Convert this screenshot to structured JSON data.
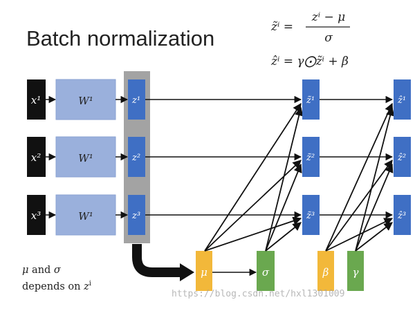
{
  "title": "Batch normalization",
  "equations": {
    "eq1_lhs": "z̃ⁱ =",
    "eq1_num": "zⁱ − μ",
    "eq1_den": "σ",
    "eq2": "ẑⁱ = γ⨀z̃ⁱ + β"
  },
  "inputs": [
    "x¹",
    "x²",
    "x³"
  ],
  "weights": [
    "W¹",
    "W¹",
    "W¹"
  ],
  "z_nodes": [
    "z¹",
    "z²",
    "z³"
  ],
  "z_tilde_nodes": [
    "z̃¹",
    "z̃²",
    "z̃³"
  ],
  "z_hat_nodes": [
    "ẑ¹",
    "ẑ²",
    "ẑ³"
  ],
  "stat_nodes": {
    "mu": "μ",
    "sigma": "σ",
    "beta": "β",
    "gamma": "γ"
  },
  "note": {
    "line1_a": "μ",
    "line1_b": " and ",
    "line1_c": "σ",
    "line2_a": "depends on ",
    "line2_b": "z",
    "line2_sup": "i"
  },
  "watermark": "https://blog.csdn.net/hxl1301009",
  "colors": {
    "x_box": "#111111",
    "w_box": "#9ab0dc",
    "z_box": "#3f6fc4",
    "batch_highlight": "#a3a3a3",
    "mu_box": "#f2b83a",
    "sigma_box": "#6aa84f",
    "beta_box": "#f2b83a",
    "gamma_box": "#6aa84f"
  }
}
